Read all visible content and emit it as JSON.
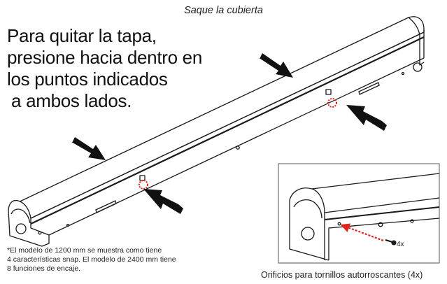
{
  "header": {
    "title": "Saque la cubierta"
  },
  "instructions": {
    "lines": [
      "Para quitar la tapa,",
      "presione hacia dentro en",
      "los puntos indicados",
      "a ambos lados."
    ]
  },
  "footnote": {
    "lines": [
      "*El modelo de 1200 mm se muestra como tiene",
      "4 características snap. El modelo de 2400 mm tiene",
      "8 funciones de encaje."
    ]
  },
  "inset": {
    "screw_count": "4x",
    "caption": "Orificios para tornillos autorroscantes (4x)"
  },
  "colors": {
    "line": "#1a1a1a",
    "arrow": "#111111",
    "highlight": "#e0241b"
  }
}
